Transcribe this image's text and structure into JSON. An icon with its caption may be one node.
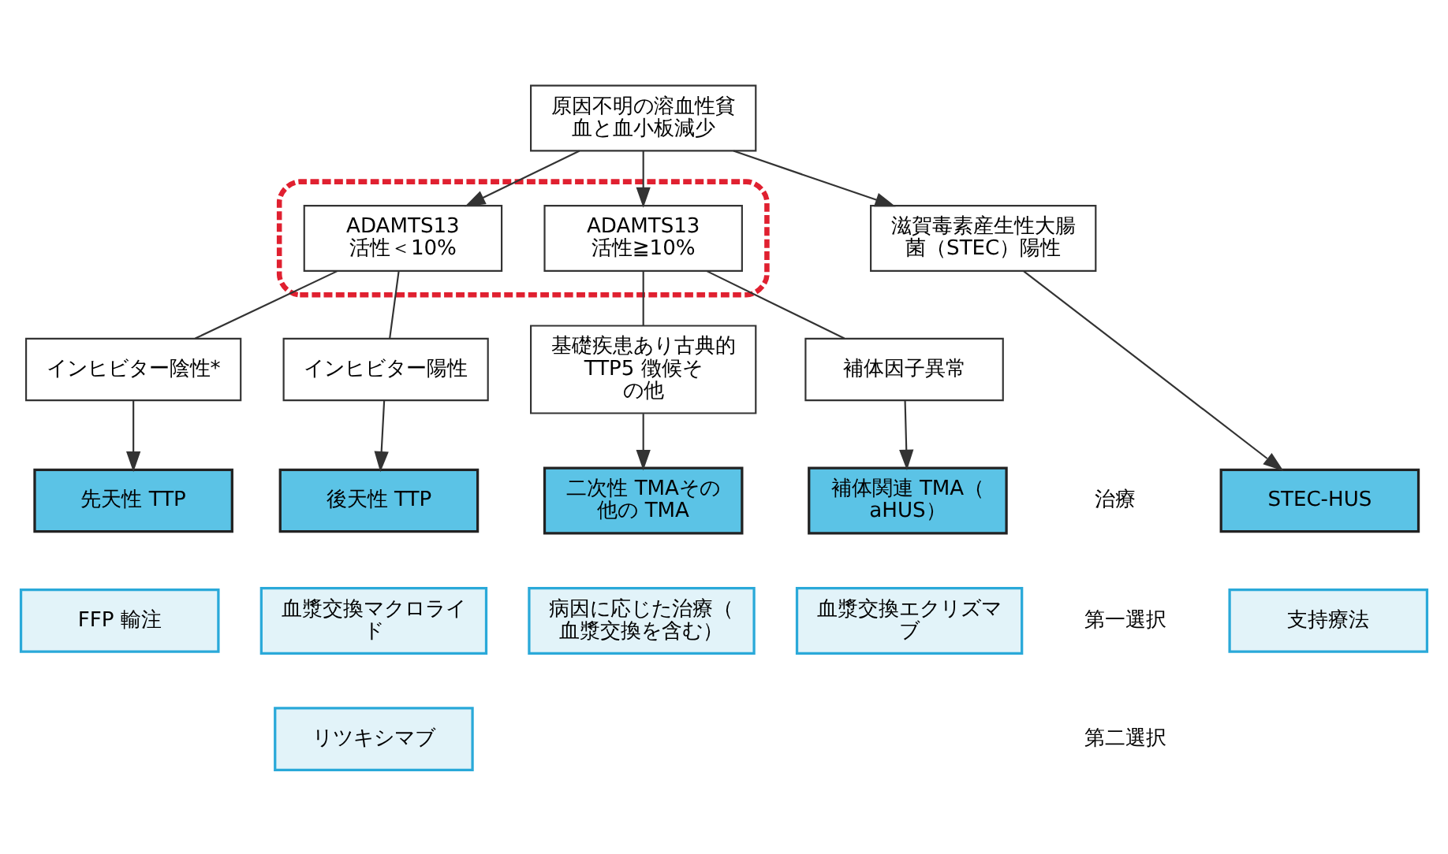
{
  "diagram": {
    "nodes": [
      {
        "text": [
          "原因不明の溶血性貧血と血小板減少"
        ]
      },
      {
        "text": [],
        "shape": "box"
      },
      {
        "text": [
          "ADAMTS13 活性＜10%"
        ],
        "in": 1
      },
      {
        "text": [
          "ADAMTS13 活性≧10%"
        ],
        "in": 1
      },
      {
        "text": [
          "滋賀毒素産生性大腸菌（STEC）陽性"
        ]
      },
      {
        "text": [
          "インヒビター陰性*"
        ]
      },
      {
        "text": [
          "インヒビター陽性"
        ]
      },
      {
        "text": [
          "補体因子異常"
        ]
      },
      {
        "text": [
          "基礎疾患あり古典的 TTP5 徴候その他"
        ]
      },
      {
        "text": [
          "先天性 TTP"
        ]
      },
      {
        "text": [
          "後天性 TTP"
        ]
      },
      {
        "text": [
          "補体関連 TMA（aHUS）"
        ]
      },
      {
        "text": [
          "二次性 TMAその他の TMA"
        ]
      },
      {
        "text": [
          "STEC-HUS"
        ]
      },
      {
        "text": [
          "FFP 輸注"
        ]
      },
      {
        "text": [
          "血漿交換マクロライド"
        ]
      },
      {
        "text": [
          "血漿交換エクリズマブ"
        ]
      },
      {
        "text": [
          "病因に応じた治療（血漿交換を含む）"
        ]
      },
      {
        "text": [
          "支持療法"
        ]
      },
      {
        "text": [
          "リツキシマブ"
        ]
      }
    ],
    "edges": [
      {
        "from": 0,
        "to": 2,
        "arrow": "to"
      },
      {
        "from": 0,
        "to": 3,
        "arrow": "to"
      },
      {
        "from": 0,
        "to": 4,
        "arrow": "to"
      },
      {
        "from": 2,
        "to": 5,
        "arrow": "none"
      },
      {
        "from": 2,
        "to": 6,
        "arrow": "none"
      },
      {
        "from": 3,
        "to": 7,
        "arrow": "none"
      },
      {
        "from": 3,
        "to": 8,
        "arrow": "none"
      },
      {
        "from": 5,
        "to": 9,
        "arrow": "to"
      },
      {
        "from": 6,
        "to": 10,
        "arrow": "to"
      },
      {
        "from": 7,
        "to": 11,
        "arrow": "to"
      },
      {
        "from": 8,
        "to": 12,
        "arrow": "to"
      },
      {
        "from": 4,
        "to": 13,
        "arrow": "to"
      }
    ],
    "labels": [
      "治療",
      "第一選択",
      "第二選択"
    ]
  }
}
